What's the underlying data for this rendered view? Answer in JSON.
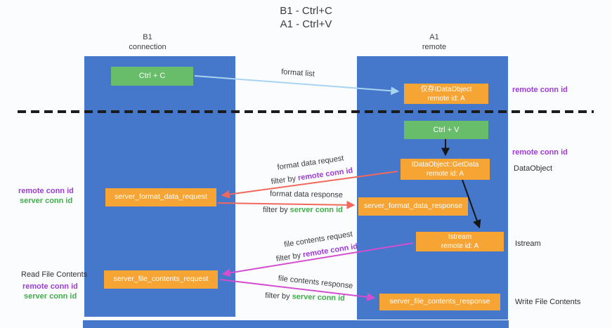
{
  "title": {
    "line1": "B1 - Ctrl+C",
    "line2": "A1 - Ctrl+V"
  },
  "lanes": {
    "b1": {
      "name": "B1",
      "subtitle": "connection"
    },
    "a1": {
      "name": "A1",
      "subtitle": "remote"
    }
  },
  "nodes": {
    "ctrl_c": {
      "label": "Ctrl + C"
    },
    "ctrl_v": {
      "label": "Ctrl + V"
    },
    "idataobject": {
      "line1": "仅存IDataObject",
      "line2": "remote id: A"
    },
    "getdata": {
      "line1": "IDataObject::GetData",
      "line2": "remote id: A"
    },
    "istream": {
      "line1": "Istream",
      "line2": "remote id: A"
    },
    "server_format_data_request": {
      "label": "server_format_data_request"
    },
    "server_format_data_response": {
      "label": "server_format_data_response"
    },
    "server_file_contents_request": {
      "label": "server_file_contents_request"
    },
    "server_file_contents_response": {
      "label": "server_file_contents_response"
    }
  },
  "arrows": {
    "format_list": {
      "label": "format list"
    },
    "format_data_request": {
      "label": "format data request",
      "filter_prefix": "filter by ",
      "filter_key": "remote conn id"
    },
    "format_data_response": {
      "label": "format data response",
      "filter_prefix": "filter by ",
      "filter_key": "server conn id"
    },
    "file_contents_request": {
      "label": "file contents request",
      "filter_prefix": "filter by ",
      "filter_key": "remote conn id"
    },
    "file_contents_response": {
      "label": "file contents response",
      "filter_prefix": "filter by ",
      "filter_key": "server conn id"
    }
  },
  "side_notes": {
    "remote_conn_id_top": "remote conn id",
    "remote_conn_id_mid": "remote conn id",
    "dataobject": "DataObject",
    "istream": "Istream",
    "write_file_contents": "Write File Contents",
    "read_file_contents": "Read File Contents",
    "left_format_remote": "remote conn id",
    "left_format_server": "server conn id",
    "left_file_remote": "remote conn id",
    "left_file_server": "server conn id"
  },
  "colors": {
    "lane_blue": "#4577cb",
    "node_green": "#68bd6a",
    "node_orange": "#f6a433",
    "arrow_red": "#f2685c",
    "arrow_magenta": "#d44fd0",
    "arrow_light_blue": "#a8d4f2",
    "text_purple": "#9d3bd6",
    "text_green": "#3fae49"
  }
}
